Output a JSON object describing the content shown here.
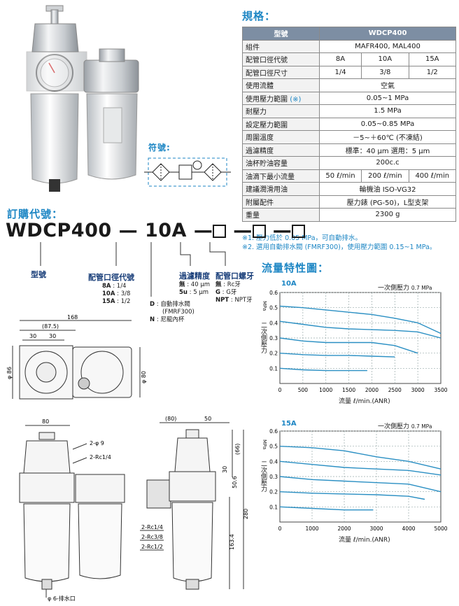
{
  "spec": {
    "title": "規格：",
    "header_label": "型號",
    "header_model": "WDCP400",
    "rows": [
      {
        "label": "組件",
        "values": [
          "MAFR400, MAL400"
        ]
      },
      {
        "label": "配管口徑代號",
        "values": [
          "8A",
          "10A",
          "15A"
        ]
      },
      {
        "label": "配管口徑尺寸",
        "values": [
          "1/4",
          "3/8",
          "1/2"
        ]
      },
      {
        "label": "使用流體",
        "values": [
          "空氣"
        ]
      },
      {
        "label": "使用壓力範圍",
        "note": "(※)",
        "values": [
          "0.05~1 MPa"
        ]
      },
      {
        "label": "耐壓力",
        "values": [
          "1.5 MPa"
        ]
      },
      {
        "label": "設定壓力範圍",
        "values": [
          "0.05~0.85 MPa"
        ]
      },
      {
        "label": "周圍溫度",
        "values": [
          "－5~＋60℃ (不凍結)"
        ]
      },
      {
        "label": "過濾精度",
        "values": [
          "標準：40 μm  選用：5 μm"
        ]
      },
      {
        "label": "油杯貯油容量",
        "values": [
          "200c.c"
        ]
      },
      {
        "label": "油滴下最小流量",
        "values": [
          "50 ℓ/min",
          "200 ℓ/min",
          "400 ℓ/min"
        ]
      },
      {
        "label": "建議潤滑用油",
        "values": [
          "輪機油 ISO-VG32"
        ]
      },
      {
        "label": "附屬配件",
        "values": [
          "壓力錶 (PG-50)，L型支架"
        ]
      },
      {
        "label": "重量",
        "values": [
          "2300 g"
        ]
      }
    ],
    "notes": [
      "※1. 壓力低於 0.05 MPa，可自動排水。",
      "※2. 選用自動排水閥 (FMRF300)，使用壓力範圍 0.15~1 MPa。"
    ]
  },
  "symbol_label": "符號:",
  "order": {
    "title": "訂購代號：",
    "model": "WDCP400",
    "dash": "—",
    "size": "10A",
    "model_label": "型號",
    "port_label": "配管口徑代號",
    "port_options": [
      {
        "code": "8A",
        "val": "1/4"
      },
      {
        "code": "10A",
        "val": "3/8"
      },
      {
        "code": "15A",
        "val": "1/2"
      }
    ],
    "drain_options": [
      {
        "code": "D",
        "val": "自動排水閥"
      },
      {
        "code": "",
        "val": "(FMRF300)"
      },
      {
        "code": "N",
        "val": "尼龍內杯"
      }
    ],
    "filter_label": "過濾精度",
    "filter_options": [
      {
        "code": "無",
        "val": "40 μm"
      },
      {
        "code": "5u",
        "val": "5 μm"
      }
    ],
    "thread_label": "配管口螺牙",
    "thread_options": [
      {
        "code": "無",
        "val": "Rc牙"
      },
      {
        "code": "G",
        "val": "G牙"
      },
      {
        "code": "NPT",
        "val": "NPT牙"
      }
    ]
  },
  "flow": {
    "title": "流量特性圖：",
    "ylabel": "二次側壓力",
    "yunit": "MPa",
    "xlabel": "流量 ℓ/min.(ANR)",
    "primary_label": "一次側壓力",
    "primary_value": "0.7 MPa"
  },
  "chart_data": [
    {
      "type": "line",
      "title": "10A",
      "xlabel": "流量 ℓ/min.(ANR)",
      "ylabel": "二次側壓力 MPa",
      "xlim": [
        0,
        3500
      ],
      "ylim": [
        0,
        0.6
      ],
      "xticks": [
        0,
        500,
        1000,
        1500,
        2000,
        2500,
        3000,
        3500
      ],
      "yticks": [
        0.1,
        0.2,
        0.3,
        0.4,
        0.5,
        0.6
      ],
      "grid": true,
      "series": [
        {
          "x": [
            0,
            500,
            1000,
            1500,
            2000,
            2500,
            3000,
            3500
          ],
          "y": [
            0.51,
            0.5,
            0.485,
            0.47,
            0.455,
            0.43,
            0.4,
            0.33
          ]
        },
        {
          "x": [
            0,
            500,
            1000,
            1500,
            2000,
            2500,
            3000,
            3500
          ],
          "y": [
            0.41,
            0.39,
            0.37,
            0.36,
            0.355,
            0.35,
            0.34,
            0.3
          ]
        },
        {
          "x": [
            0,
            500,
            1000,
            1500,
            2000,
            2500,
            3000
          ],
          "y": [
            0.3,
            0.28,
            0.27,
            0.27,
            0.27,
            0.25,
            0.2
          ]
        },
        {
          "x": [
            0,
            500,
            1000,
            1500,
            2000,
            2500
          ],
          "y": [
            0.2,
            0.19,
            0.185,
            0.185,
            0.18,
            0.175
          ]
        },
        {
          "x": [
            0,
            500,
            1000,
            1500,
            1900
          ],
          "y": [
            0.1,
            0.09,
            0.085,
            0.085,
            0.085
          ]
        }
      ]
    },
    {
      "type": "line",
      "title": "15A",
      "xlabel": "流量 ℓ/min.(ANR)",
      "ylabel": "二次側壓力 MPa",
      "xlim": [
        0,
        5000
      ],
      "ylim": [
        0,
        0.6
      ],
      "xticks": [
        0,
        1000,
        2000,
        3000,
        4000,
        5000
      ],
      "yticks": [
        0.1,
        0.2,
        0.3,
        0.4,
        0.5,
        0.6
      ],
      "grid": true,
      "series": [
        {
          "x": [
            0,
            1000,
            2000,
            3000,
            4000,
            5000
          ],
          "y": [
            0.5,
            0.49,
            0.47,
            0.43,
            0.4,
            0.35
          ]
        },
        {
          "x": [
            0,
            1000,
            2000,
            3000,
            4000,
            5000
          ],
          "y": [
            0.4,
            0.38,
            0.36,
            0.35,
            0.34,
            0.31
          ]
        },
        {
          "x": [
            0,
            1000,
            2000,
            3000,
            4000,
            5000
          ],
          "y": [
            0.3,
            0.28,
            0.27,
            0.26,
            0.25,
            0.2
          ]
        },
        {
          "x": [
            0,
            1000,
            2000,
            3000,
            4000,
            4500
          ],
          "y": [
            0.2,
            0.19,
            0.185,
            0.18,
            0.17,
            0.15
          ]
        },
        {
          "x": [
            0,
            1000,
            2000,
            2900
          ],
          "y": [
            0.1,
            0.09,
            0.08,
            0.08
          ]
        }
      ]
    }
  ],
  "drawing": {
    "top_dims": [
      "168",
      "(87.5)",
      "30",
      "30",
      "φ 86",
      "φ 80"
    ],
    "front_dims": [
      "80",
      "2-φ 9",
      "2-Rc1/4",
      "φ 6-排水口"
    ],
    "side_dims": [
      "(80)",
      "50",
      "(66)",
      "30",
      "50.6",
      "280",
      "163.4",
      "2-Rc1/4",
      "2-Rc3/8",
      "2-Rc1/2"
    ]
  },
  "colors": {
    "accent": "#1d86c4",
    "navy": "#1a3f7a",
    "header": "#7d8ea3",
    "curve": "#2a8fc3"
  }
}
